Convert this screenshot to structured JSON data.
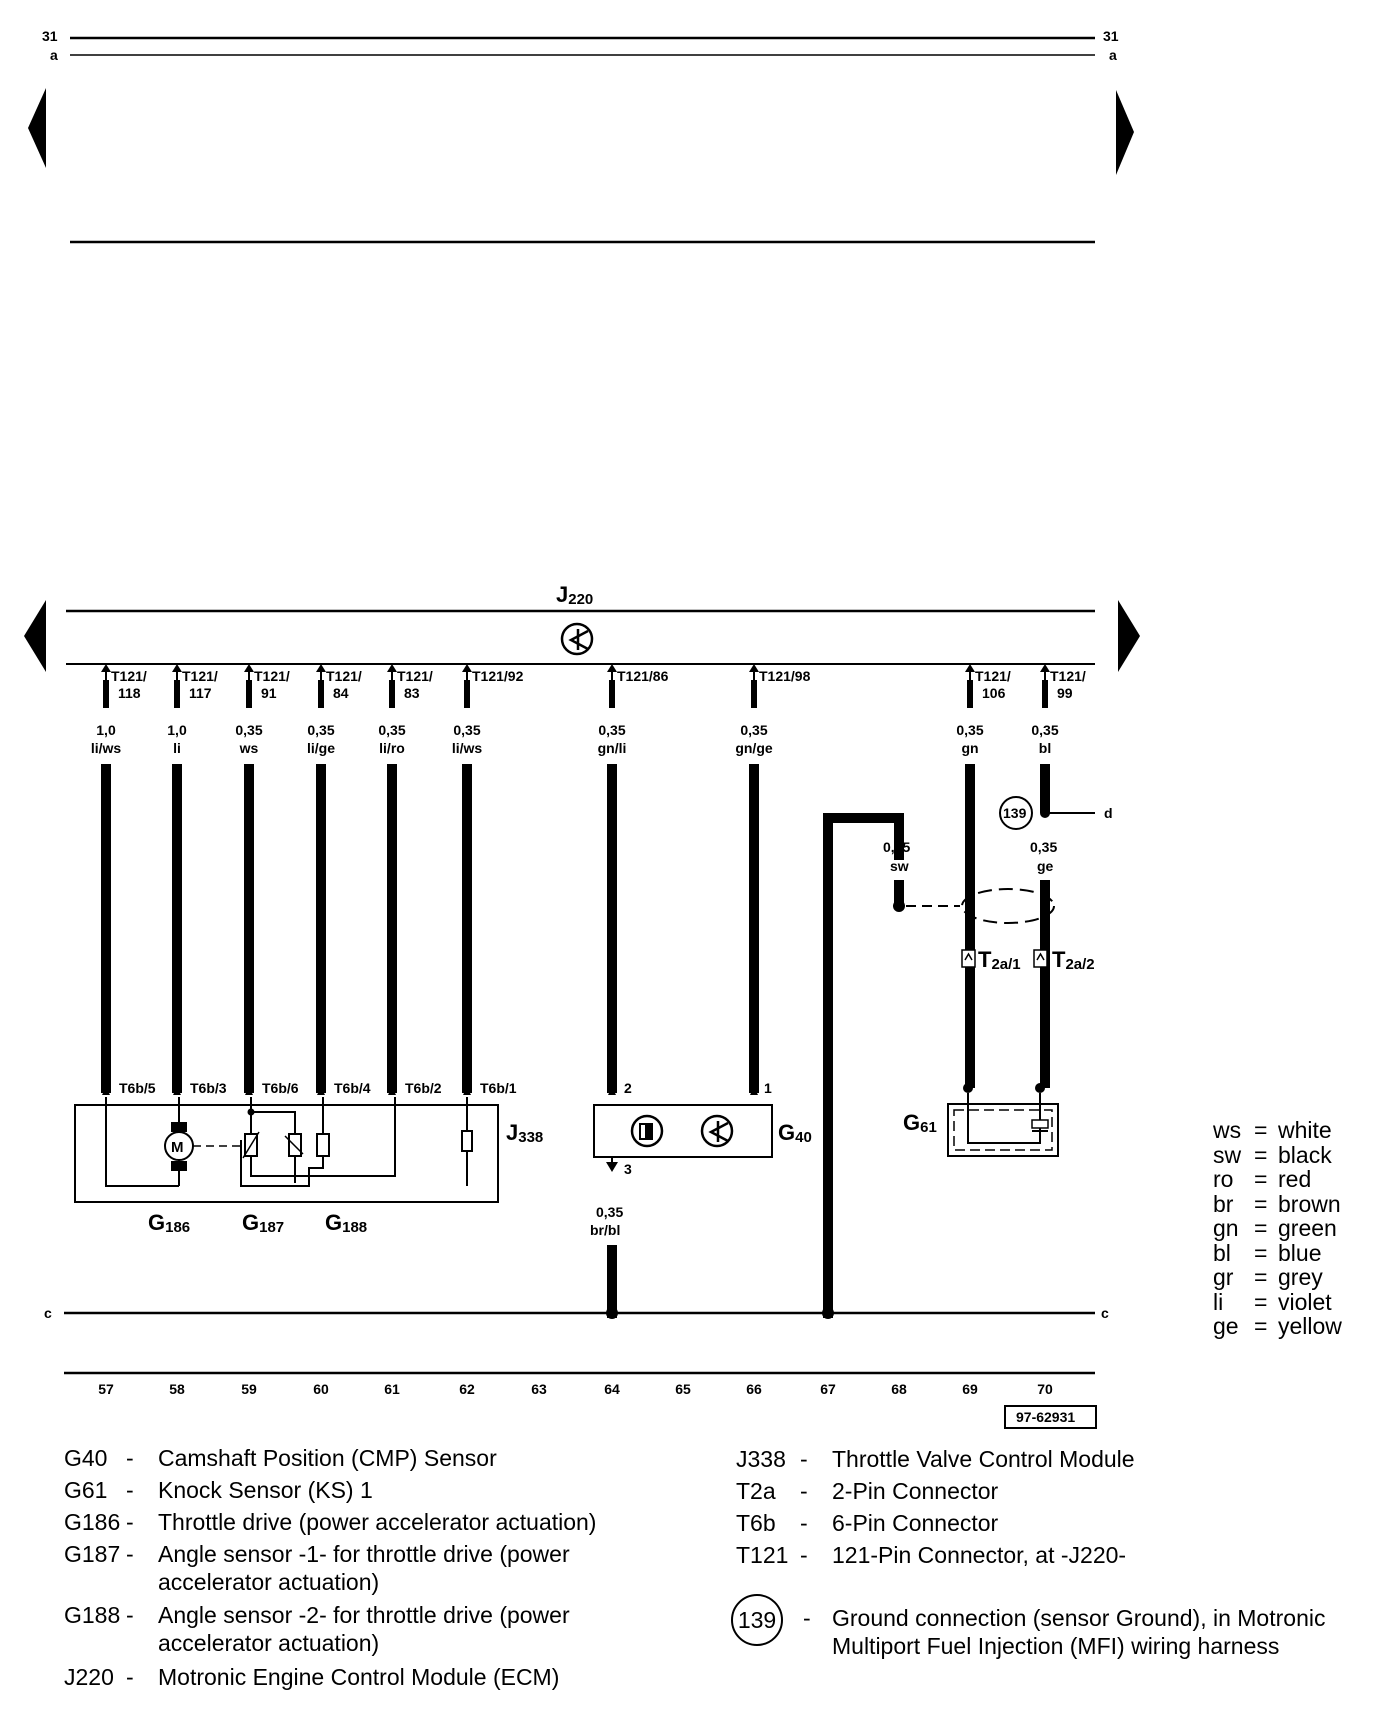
{
  "top_bus": {
    "num_left": "31",
    "letter_left": "a",
    "num_right": "31",
    "letter_right": "a"
  },
  "ecm": {
    "label": "J",
    "sub": "220"
  },
  "pins": [
    {
      "top": "T121/",
      "bottom": "118",
      "size": "1,0",
      "color": "li/ws"
    },
    {
      "top": "T121/",
      "bottom": "117",
      "size": "1,0",
      "color": "li"
    },
    {
      "top": "T121/",
      "bottom": "91",
      "size": "0,35",
      "color": "ws"
    },
    {
      "top": "T121/",
      "bottom": "84",
      "size": "0,35",
      "color": "li/ge"
    },
    {
      "top": "T121/",
      "bottom": "83",
      "size": "0,35",
      "color": "li/ro"
    },
    {
      "top": "T121/92",
      "bottom": "",
      "size": "0,35",
      "color": "li/ws"
    },
    {
      "top": "T121/86",
      "bottom": "",
      "size": "0,35",
      "color": "gn/li"
    },
    {
      "top": "T121/98",
      "bottom": "",
      "size": "0,35",
      "color": "gn/ge"
    },
    {
      "top": "T121/",
      "bottom": "106",
      "size": "0,35",
      "color": "gn"
    },
    {
      "top": "T121/",
      "bottom": "99",
      "size": "0,35",
      "color": "bl"
    }
  ],
  "t6b": [
    "T6b/5",
    "T6b/3",
    "T6b/6",
    "T6b/4",
    "T6b/2",
    "T6b/1"
  ],
  "j338": {
    "label": "J",
    "sub": "338"
  },
  "g40": {
    "label": "G",
    "sub": "40",
    "pin_top_a": "2",
    "pin_top_b": "1",
    "pin_bottom": "3",
    "size": "0,35",
    "color": "br/bl"
  },
  "g61": {
    "label": "G",
    "sub": "61"
  },
  "g_labels": [
    {
      "label": "G",
      "sub": "186"
    },
    {
      "label": "G",
      "sub": "187"
    },
    {
      "label": "G",
      "sub": "188"
    }
  ],
  "shield_wire": {
    "size": "0,35",
    "color": "sw"
  },
  "ground_wire": {
    "size": "0,35",
    "color": "ge",
    "ground": "139",
    "letter": "d"
  },
  "t2a": [
    {
      "label": "T",
      "sub": "2a/1"
    },
    {
      "label": "T",
      "sub": "2a/2"
    }
  ],
  "bus_c": {
    "left": "c",
    "right": "c"
  },
  "columns": [
    "57",
    "58",
    "59",
    "60",
    "61",
    "62",
    "63",
    "64",
    "65",
    "66",
    "67",
    "68",
    "69",
    "70"
  ],
  "figure_id": "97-62931",
  "color_key": [
    {
      "abbr": "ws",
      "name": "white"
    },
    {
      "abbr": "sw",
      "name": "black"
    },
    {
      "abbr": "ro",
      "name": "red"
    },
    {
      "abbr": "br",
      "name": "brown"
    },
    {
      "abbr": "gn",
      "name": "green"
    },
    {
      "abbr": "bl",
      "name": "blue"
    },
    {
      "abbr": "gr",
      "name": "grey"
    },
    {
      "abbr": "li",
      "name": "violet"
    },
    {
      "abbr": "ge",
      "name": "yellow"
    }
  ],
  "legend_left": [
    {
      "code": "G40",
      "dash": "-",
      "desc": "Camshaft Position (CMP) Sensor"
    },
    {
      "code": "G61",
      "dash": "-",
      "desc": "Knock Sensor (KS) 1"
    },
    {
      "code": "G186",
      "dash": "-",
      "desc": "Throttle drive (power accelerator actuation)"
    },
    {
      "code": "G187",
      "dash": "-",
      "desc": "Angle sensor -1- for throttle drive (power accelerator  actuation)"
    },
    {
      "code": "G188",
      "dash": "-",
      "desc": "Angle sensor -2- for throttle drive (power accelerator actuation)"
    },
    {
      "code": "J220",
      "dash": "-",
      "desc": "Motronic Engine Control Module (ECM)"
    }
  ],
  "legend_right": [
    {
      "code": "J338",
      "dash": "-",
      "desc": "Throttle Valve Control Module"
    },
    {
      "code": "T2a",
      "dash": "-",
      "desc": "2-Pin Connector"
    },
    {
      "code": "T6b",
      "dash": "-",
      "desc": "6-Pin Connector"
    },
    {
      "code": "T121",
      "dash": "-",
      "desc": "121-Pin Connector, at -J220-"
    }
  ],
  "legend_ground": {
    "code": "139",
    "dash": "-",
    "desc": "Ground connection (sensor Ground), in Motronic Multiport Fuel Injection (MFI) wiring harness"
  }
}
